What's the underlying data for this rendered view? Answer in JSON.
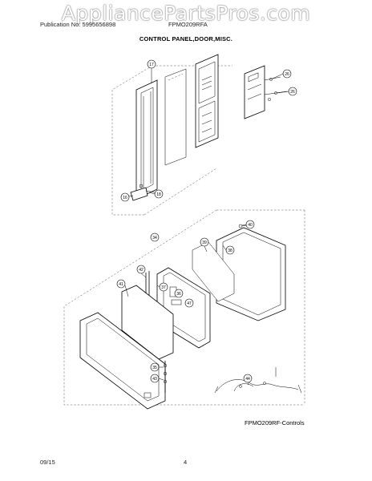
{
  "watermark": "AppliancePartsPros.com",
  "header": {
    "publication": "Publication No: 5995656898",
    "model": "FPMO209RFA"
  },
  "title": "CONTROL PANEL,DOOR,MISC.",
  "caption": "FPMO209RF-Controls",
  "footer": {
    "date": "09/15",
    "page": "4"
  },
  "callouts": {
    "c17": "17",
    "c26a": "26",
    "c26b": "26",
    "c16": "16",
    "c18": "18",
    "c34": "34",
    "c40": "40",
    "c39": "39",
    "c38": "38",
    "c42": "42",
    "c37": "37",
    "c41": "41",
    "c36": "36",
    "c47": "47",
    "c44": "44",
    "c35": "35",
    "c43": "43"
  }
}
